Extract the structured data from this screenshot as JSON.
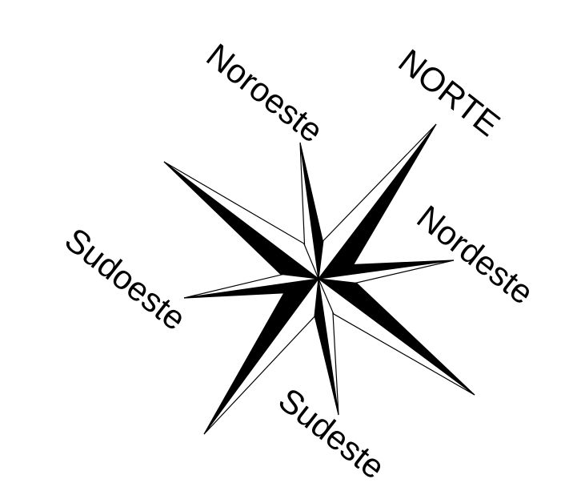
{
  "labels": {
    "north": "NORTE",
    "northwest": "Noroeste",
    "northeast": "Nordeste",
    "southwest": "Sudoeste",
    "southeast": "Sudeste"
  },
  "colors": {
    "ink": "#000000",
    "paper": "#ffffff"
  }
}
